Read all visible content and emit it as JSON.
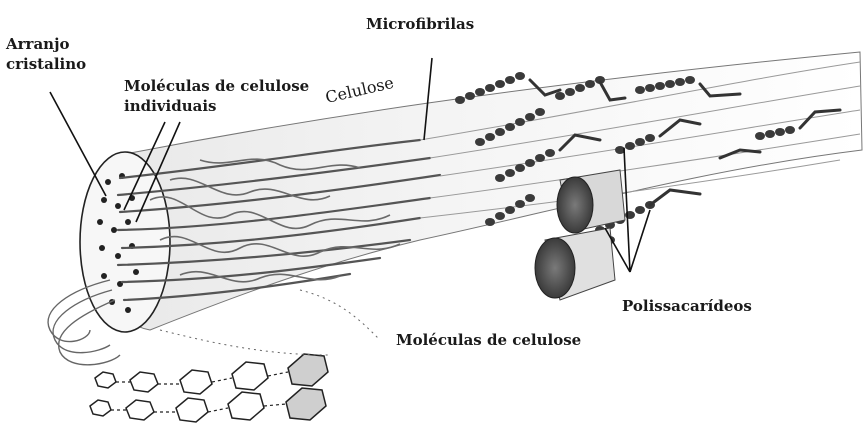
{
  "labels": {
    "microfibrilas": "Microfibrilas",
    "arranjo_cristalino_line1": "Arranjo",
    "arranjo_cristalino_line2": "cristalino",
    "moleculas_individuais_line1": "Moléculas de celulose",
    "moleculas_individuais_line2": "individuais",
    "celulose": "Celulose",
    "polissacarideos": "Polissacarídeos",
    "moleculas_de_celulose": "Moléculas de celulose"
  },
  "colors": {
    "ink": "#1a1a1a",
    "fiber_fill": "#f2f2f2",
    "fiber_shade": "#d6d6d6",
    "strand": "#555555",
    "bead": "#3a3a3a",
    "background": "#ffffff"
  }
}
